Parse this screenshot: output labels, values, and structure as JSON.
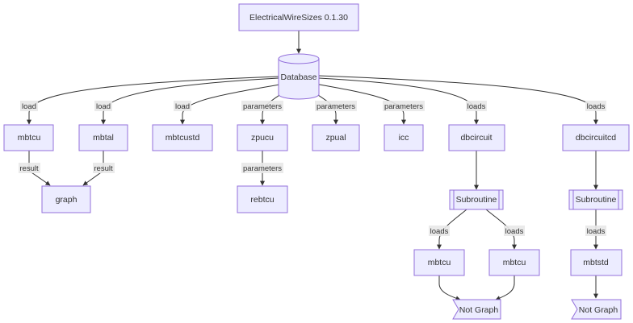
{
  "diagram": {
    "type": "flowchart",
    "nodes": {
      "root": "ElectricalWireSizes 0.1.30",
      "database": "Database",
      "mbtcu": "mbtcu",
      "mbtal": "mbtal",
      "mbtcustd": "mbtcustd",
      "zpucu": "zpucu",
      "zpual": "zpual",
      "icc": "icc",
      "dbcircuit": "dbcircuit",
      "dbcircuitcd": "dbcircuitcd",
      "graph": "graph",
      "rebtcu": "rebtcu",
      "subroutine1": "Subroutine",
      "subroutine2": "Subroutine",
      "mbtcu_a": "mbtcu",
      "mbtcu_b": "mbtcu",
      "mbtstd": "mbtstd",
      "notgraph1": "Not Graph",
      "notgraph2": "Not Graph"
    },
    "edge_labels": {
      "db_mbtcu": "load",
      "db_mbtal": "load",
      "db_mbtcustd": "load",
      "db_zpucu": "parameters",
      "db_zpual": "parameters",
      "db_icc": "parameters",
      "db_dbcircuit": "loads",
      "db_dbcircuitcd": "loads",
      "mbtcu_graph": "result",
      "mbtal_graph": "result",
      "zpucu_rebtcu": "parameters",
      "sub1_mbtcu_a": "loads",
      "sub1_mbtcu_b": "loads",
      "sub2_mbtstd": "loads"
    }
  },
  "colors": {
    "node_fill": "#ECECFF",
    "node_stroke": "#9370DB",
    "edge": "#333333",
    "label_bg": "#e8e8e8"
  }
}
